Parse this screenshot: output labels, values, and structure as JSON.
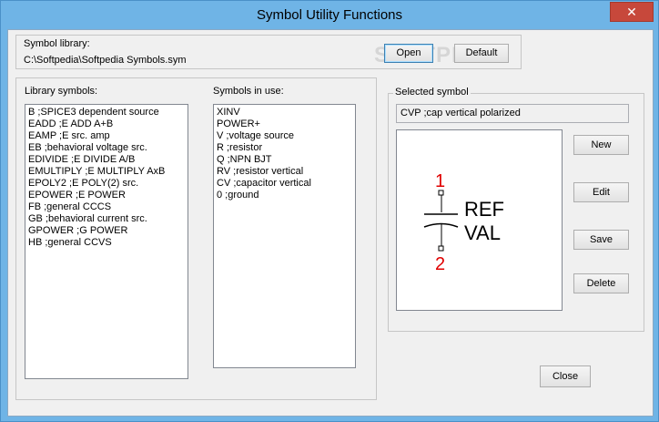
{
  "window": {
    "title": "Symbol Utility Functions",
    "close_glyph": "✕"
  },
  "library": {
    "label": "Symbol library:",
    "path": "C:\\Softpedia\\Softpedia Symbols.sym",
    "open_label": "Open",
    "default_label": "Default",
    "watermark": "SOFTPEDIA"
  },
  "library_symbols": {
    "label": "Library symbols:",
    "items": [
      "B  ;SPICE3 dependent source",
      "EADD  ;E ADD A+B",
      "EAMP  ;E src. amp",
      "EB  ;behavioral voltage src.",
      "EDIVIDE  ;E DIVIDE A/B",
      "EMULTIPLY  ;E MULTIPLY AxB",
      "EPOLY2  ;E POLY(2) src.",
      "EPOWER  ;E POWER",
      "FB  ;general CCCS",
      "GB  ;behavioral current src.",
      "GPOWER  ;G POWER",
      "HB  ;general CCVS"
    ]
  },
  "symbols_in_use": {
    "label": "Symbols in use:",
    "items": [
      "XINV",
      "POWER+",
      "V  ;voltage source",
      "R  ;resistor",
      "Q  ;NPN BJT",
      "RV  ;resistor vertical",
      "CV  ;capacitor vertical",
      "0  ;ground"
    ]
  },
  "selected": {
    "label": "Selected symbol",
    "value": "CVP  ;cap vertical polarized",
    "pin1": "1",
    "pin2": "2",
    "ref": "REF",
    "val": "VAL",
    "pin_color": "#e00000"
  },
  "buttons": {
    "new": "New",
    "edit": "Edit",
    "save": "Save",
    "delete": "Delete",
    "close": "Close"
  }
}
